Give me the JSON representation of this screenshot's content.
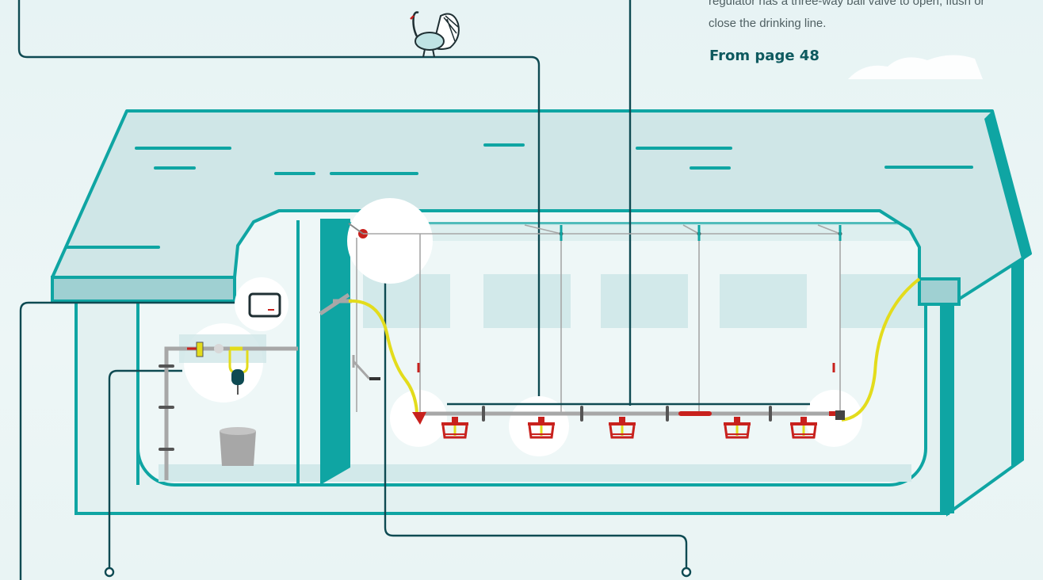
{
  "description": {
    "lines": [
      "regulator has a three-way ball valve to open, flush or",
      "close the drinking line."
    ],
    "link_label": "From page 48"
  },
  "colors": {
    "background": "#e8f4f4",
    "teal": "#0fa5a3",
    "roof_fill": "#cfe6e7",
    "dark_line": "#0e4a52",
    "yellow_hose": "#e3dc1c",
    "feeder_red": "#c8211d",
    "pipe_grey": "#a7a7a7"
  },
  "icons": [
    "turkey-icon",
    "controller-panel-icon",
    "water-regulator-icon",
    "bucket-icon",
    "drinker-cup-icon",
    "winch-icon"
  ]
}
